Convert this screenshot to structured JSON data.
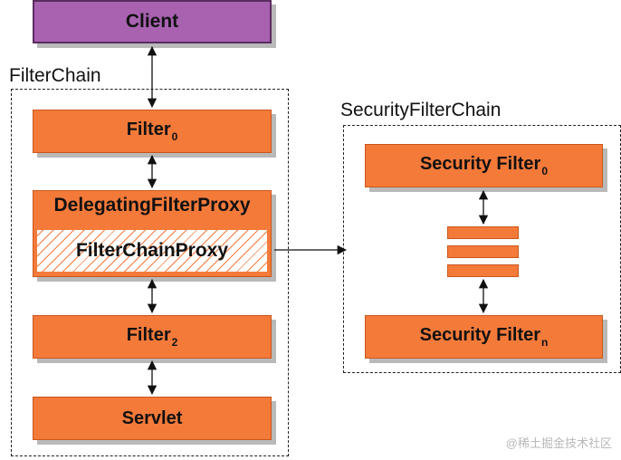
{
  "client": {
    "label": "Client"
  },
  "filter_chain": {
    "title": "FilterChain",
    "filter0": {
      "label": "Filter",
      "sub": "0"
    },
    "delegating": {
      "label": "DelegatingFilterProxy"
    },
    "filter_chain_proxy": {
      "label": "FilterChainProxy"
    },
    "filter2": {
      "label": "Filter",
      "sub": "2"
    },
    "servlet": {
      "label": "Servlet"
    }
  },
  "security_filter_chain": {
    "title": "SecurityFilterChain",
    "first": {
      "label": "Security Filter",
      "sub": "0"
    },
    "last": {
      "label": "Security Filter",
      "sub": "n"
    }
  },
  "watermark": "@稀土掘金技术社区",
  "colors": {
    "filter_fill": "#f47a3a",
    "client_fill": "#a862b0",
    "shadow": "#b9b9b9"
  }
}
